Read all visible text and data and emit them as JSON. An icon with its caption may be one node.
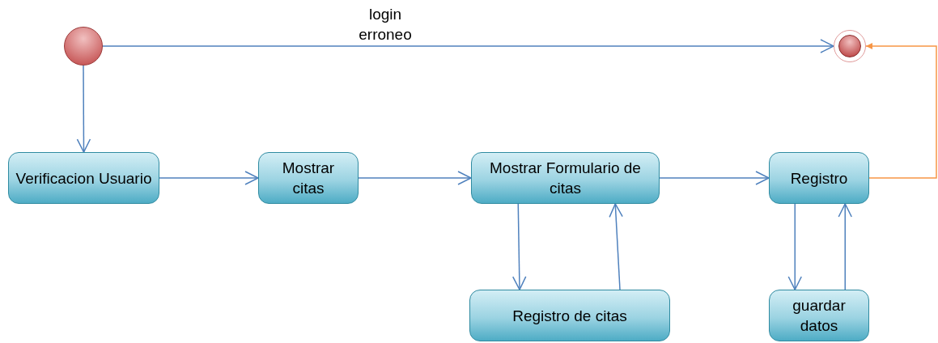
{
  "diagram": {
    "nodes": [
      {
        "text": [],
        "shape": "circle"
      },
      {
        "text": [],
        "shape": "circle"
      },
      {
        "text": [
          "Verificacion Usuario"
        ]
      },
      {
        "text": [
          "Mostrar citas"
        ]
      },
      {
        "text": [
          "Mostrar Formulario de citas"
        ]
      },
      {
        "text": [
          "Registro"
        ]
      },
      {
        "text": [
          "Registro de citas"
        ]
      },
      {
        "text": [
          "guardar datos"
        ]
      }
    ],
    "edges": [
      {
        "from": 0,
        "to": 1,
        "arrow": "to",
        "label": "login erroneo"
      },
      {
        "from": 0,
        "to": 2,
        "arrow": "to"
      },
      {
        "from": 2,
        "to": 3,
        "arrow": "to"
      },
      {
        "from": 3,
        "to": 4,
        "arrow": "to"
      },
      {
        "from": 4,
        "to": 5,
        "arrow": "to"
      },
      {
        "from": 4,
        "to": 6,
        "arrow": "to"
      },
      {
        "from": 6,
        "to": 4,
        "arrow": "to"
      },
      {
        "from": 5,
        "to": 7,
        "arrow": "to"
      },
      {
        "from": 7,
        "to": 5,
        "arrow": "to"
      },
      {
        "from": 5,
        "to": 1,
        "arrow": "to",
        "color": "#f79646"
      }
    ]
  }
}
